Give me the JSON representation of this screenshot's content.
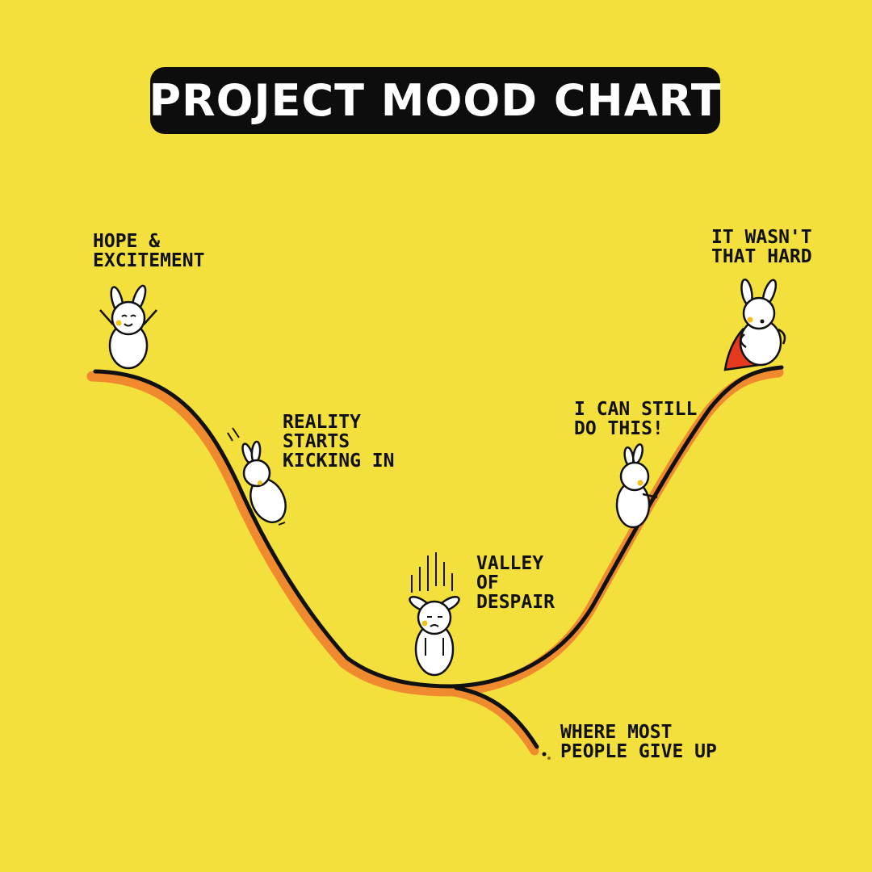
{
  "title": "PROJECT MOOD CHART",
  "stages": [
    {
      "key": "hope",
      "text": "HOPE &\nEXCITEMENT"
    },
    {
      "key": "reality",
      "text": "REALITY\nSTARTS\nKICKING IN"
    },
    {
      "key": "valley",
      "text": "VALLEY\nOF\nDESPAIR"
    },
    {
      "key": "still",
      "text": "I CAN STILL\nDO THIS!"
    },
    {
      "key": "wasnt",
      "text": "IT WASN'T\nTHAT HARD"
    },
    {
      "key": "giveup",
      "text": "WHERE MOST\nPEOPLE GIVE UP"
    }
  ],
  "colors": {
    "background": "#f4e03d",
    "line": "#111111",
    "line_shadow": "#f08a2e",
    "bunny": "#ffffff",
    "cheek": "#f2c21b",
    "cape": "#e63a1f"
  }
}
